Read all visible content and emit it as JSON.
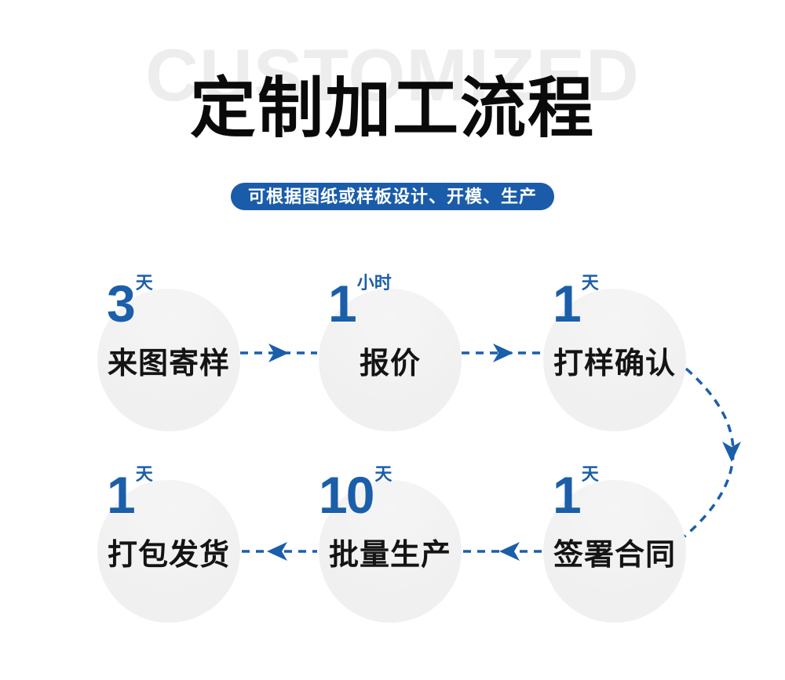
{
  "watermark": "CUSTOMIZED",
  "title": "定制加工流程",
  "banner": "可根据图纸或样板设计、开模、生产",
  "colors": {
    "accent_blue": "#1b5ea9",
    "banner_blue": "#1a5caa",
    "banner_text": "#ffffff",
    "circle_gray": "#f1f1f2",
    "watermark_gray": "#ededee",
    "title_black": "#0a0a0a"
  },
  "steps": [
    {
      "order": 1,
      "duration_value": "3",
      "duration_unit": "天",
      "label": "来图寄样"
    },
    {
      "order": 2,
      "duration_value": "1",
      "duration_unit": "小时",
      "label": "报价"
    },
    {
      "order": 3,
      "duration_value": "1",
      "duration_unit": "天",
      "label": "打样确认"
    },
    {
      "order": 4,
      "duration_value": "1",
      "duration_unit": "天",
      "label": "签署合同"
    },
    {
      "order": 5,
      "duration_value": "10",
      "duration_unit": "天",
      "label": "批量生产"
    },
    {
      "order": 6,
      "duration_value": "1",
      "duration_unit": "天",
      "label": "打包发货"
    }
  ]
}
